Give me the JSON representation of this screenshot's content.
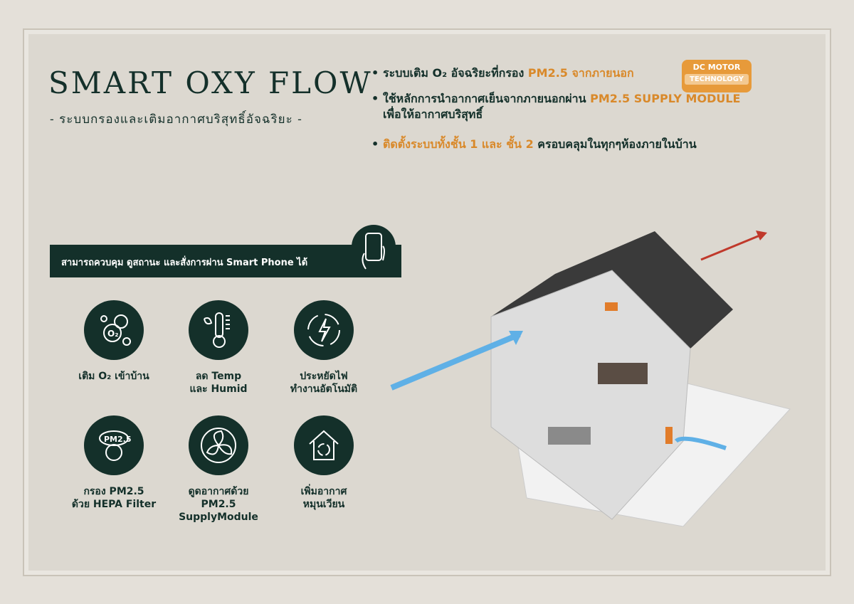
{
  "header": {
    "title": "SMART OXY FLOW",
    "subtitle": "- ระบบกรองและเติมอากาศบริสุทธิ์อัจฉริยะ -"
  },
  "bullets": [
    {
      "pre": "ระบบเติม O₂ อัจฉริยะที่กรอง ",
      "hl": "PM2.5 จากภายนอก",
      "post": ""
    },
    {
      "pre": "ใช้หลักการนำอากาศเย็นจากภายนอกผ่าน ",
      "hl": "PM2.5 SUPPLY MODULE",
      "post": "เพื่อให้อากาศบริสุทธิ์"
    },
    {
      "pre": "",
      "hl": "ติดตั้งระบบทั้งชั้น 1 และ ชั้น 2",
      "post": " ครอบคลุมในทุกๆห้องภายในบ้าน"
    }
  ],
  "badge": {
    "line1": "DC MOTOR",
    "line2": "TECHNOLOGY"
  },
  "banner": "สามารถควบคุม ดูสถานะ และสั่งการผ่าน Smart Phone ได้",
  "features": [
    {
      "icon": "oxygen-bubbles-icon",
      "l1": "เติม O₂ เข้าบ้าน",
      "l2": ""
    },
    {
      "icon": "thermometer-leaf-icon",
      "l1": "ลด Temp",
      "l2": "และ Humid"
    },
    {
      "icon": "energy-cycle-icon",
      "l1": "ประหยัดไฟ",
      "l2": "ทำงานอัตโนมัติ"
    },
    {
      "icon": "pm25-filter-icon",
      "l1": "กรอง PM2.5",
      "l2": "ด้วย HEPA Filter"
    },
    {
      "icon": "fan-icon",
      "l1": "ดูดอากาศด้วย",
      "l2": "PM2.5 SupplyModule"
    },
    {
      "icon": "house-circulation-icon",
      "l1": "เพิ่มอากาศ",
      "l2": "หมุนเวียน"
    }
  ],
  "colors": {
    "green": "#14302a",
    "orange": "#d9892a"
  }
}
